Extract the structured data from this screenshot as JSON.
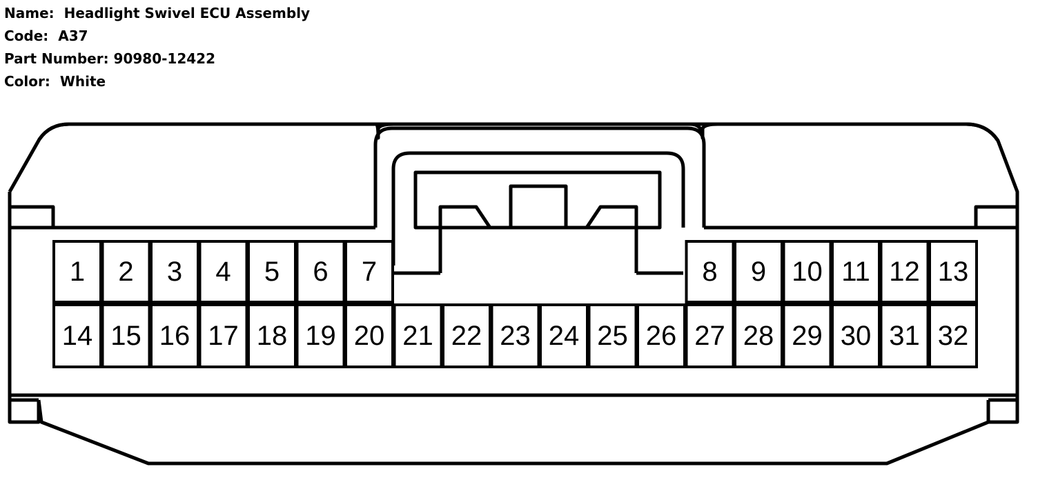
{
  "connector": {
    "name_label": "Name:",
    "name_value": "Headlight Swivel ECU Assembly",
    "code_label": "Code:",
    "code_value": "A37",
    "part_label": "Part Number:",
    "part_value": "90980-12422",
    "color_label": "Color:",
    "color_value": "White"
  },
  "pins_top_left": [
    "1",
    "2",
    "3",
    "4",
    "5",
    "6",
    "7"
  ],
  "pins_top_right": [
    "8",
    "9",
    "10",
    "11",
    "12",
    "13"
  ],
  "pins_bottom": [
    "14",
    "15",
    "16",
    "17",
    "18",
    "19",
    "20",
    "21",
    "22",
    "23",
    "24",
    "25",
    "26",
    "27",
    "28",
    "29",
    "30",
    "31",
    "32"
  ]
}
